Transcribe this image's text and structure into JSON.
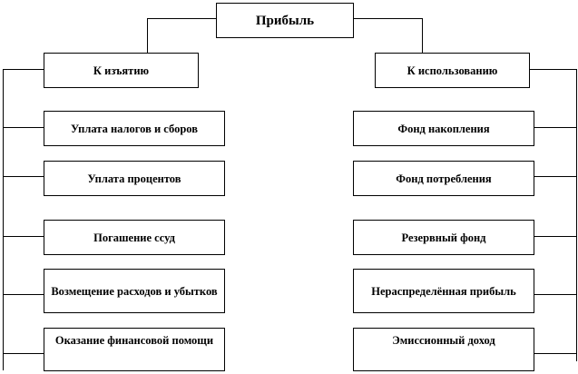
{
  "root": "Прибыль",
  "left": {
    "title": "К изъятию",
    "items": [
      "Уплата налогов и сборов",
      "Уплата  процентов",
      "Погашение  ссуд",
      "Возмещение расходов и убытков",
      "Оказание финансовой помощи"
    ]
  },
  "right": {
    "title": "К использованию",
    "items": [
      "Фонд  накопления",
      "Фонд  потребления",
      "Резервный  фонд",
      "Нераспределённая прибыль",
      "Эмиссионный  доход"
    ]
  }
}
